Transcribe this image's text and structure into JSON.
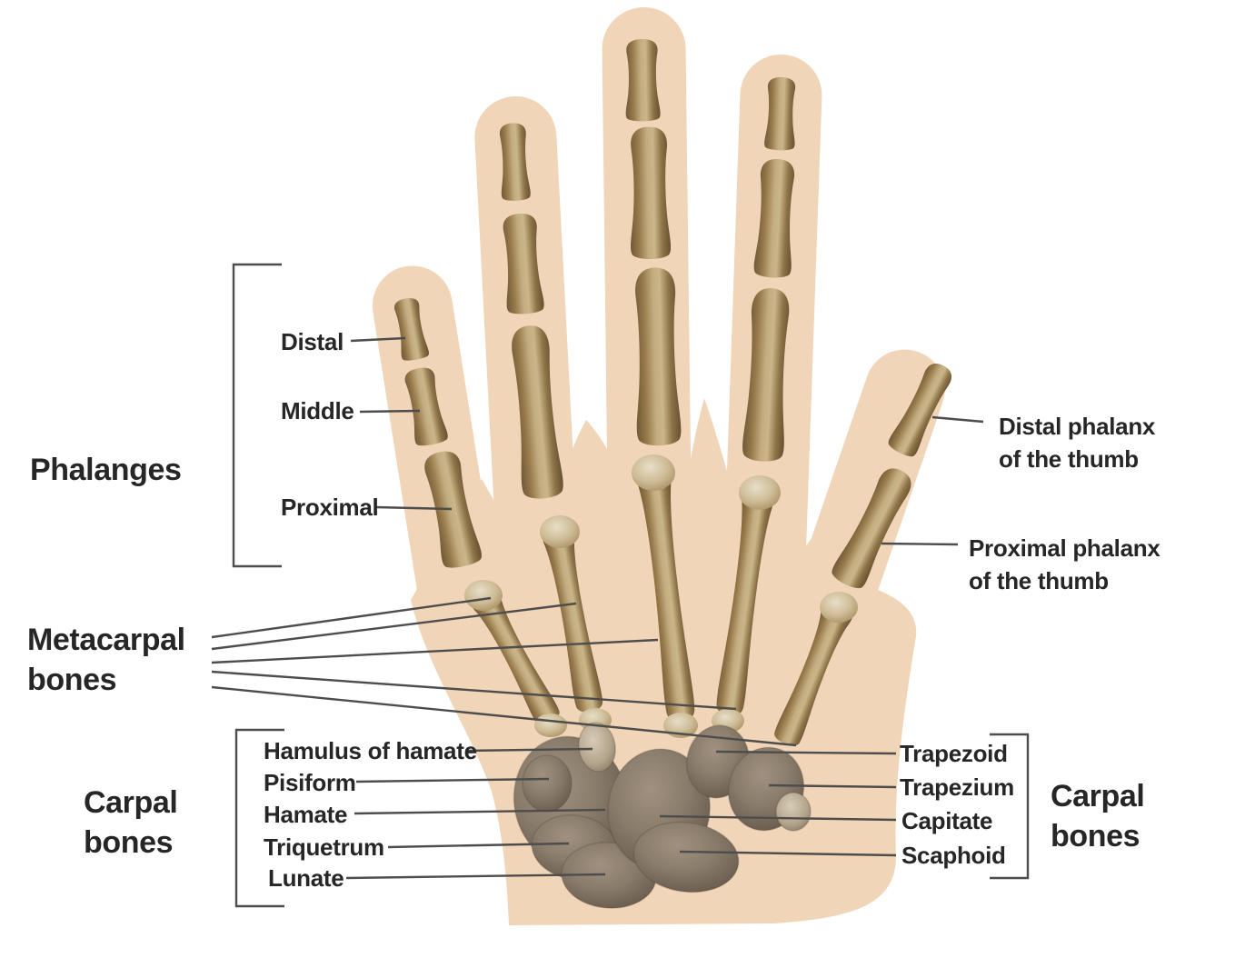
{
  "diagram": {
    "labels": {
      "phalanges_group": "Phalanges",
      "distal": "Distal",
      "middle": "Middle",
      "proximal": "Proximal",
      "metacarpal_group": "Metacarpal bones",
      "carpal_group_left": "Carpal bones",
      "hamulus_of_hamate": "Hamulus of hamate",
      "pisiform": "Pisiform",
      "hamate": "Hamate",
      "triquetrum": "Triquetrum",
      "lunate": "Lunate",
      "trapezoid": "Trapezoid",
      "trapezium": "Trapezium",
      "capitate": "Capitate",
      "scaphoid": "Scaphoid",
      "carpal_group_right": "Carpal bones",
      "distal_phalanx_thumb": "Distal phalanx of the thumb",
      "proximal_phalanx_thumb": "Proximal phalanx of the thumb"
    },
    "colors": {
      "background": "#ffffff",
      "skin": "#f1d5b8",
      "bone_shadow": "#665130",
      "bone_mid": "#97794a",
      "bone_highlight": "#cab689",
      "bone_pale_end": "#e8dfc8",
      "carpal_dark": "#5a4f42",
      "carpal_mid": "#8a7c6b",
      "carpal_light": "#a09180",
      "leader_line": "#4d4d4d",
      "label_text": "#262626"
    }
  }
}
